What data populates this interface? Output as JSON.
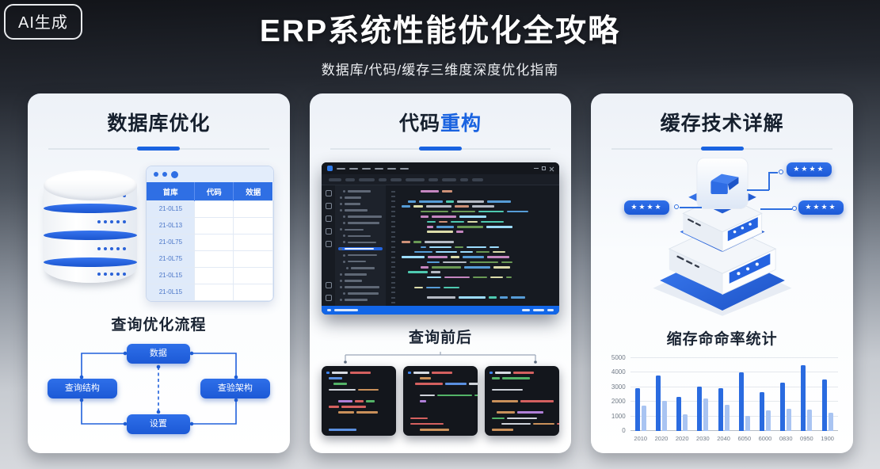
{
  "badge": {
    "label": "AI生成"
  },
  "header": {
    "title": "ERP系统性能优化全攻略",
    "subtitle": "数据库/代码/缓存三维度深度优化指南"
  },
  "colors": {
    "accent": "#1a63e0",
    "accent_dark": "#1c59d6",
    "bar_dark": "#2a6be0",
    "bar_light": "#a9c4f2",
    "status_bar": "#1266e8"
  },
  "cards": {
    "database": {
      "title": "数据库优化",
      "table": {
        "headers": [
          "首库",
          "代码",
          "效据"
        ],
        "rows": [
          "21-0L15",
          "21-0L13",
          "21-0L75",
          "21-0L75",
          "21-0L15",
          "21-0L15"
        ]
      },
      "flow_title": "查询优化流程",
      "flow_nodes": {
        "top": "数据",
        "left": "查询结构",
        "right": "查验架构",
        "bottom": "设置"
      }
    },
    "code": {
      "title_dark": "代码",
      "title_blue": "重构",
      "section_title": "查询前后"
    },
    "cache": {
      "title": "缓存技术详解",
      "badges": [
        "★★★★",
        "★★★★",
        "★★★★"
      ],
      "section_title": "缩存命命率统计"
    }
  },
  "chart_data": {
    "type": "bar",
    "title": "缩存命命率统计",
    "categories": [
      "2010",
      "2020",
      "2020",
      "2030",
      "2040",
      "6050",
      "6000",
      "0830",
      "0950",
      "1900"
    ],
    "series": [
      {
        "name": "dark",
        "color": "#2a6be0",
        "values": [
          2950,
          3800,
          2350,
          3050,
          2950,
          4000,
          2650,
          3300,
          4500,
          3550
        ]
      },
      {
        "name": "light",
        "color": "#a9c4f2",
        "values": [
          1750,
          2050,
          1150,
          2250,
          1800,
          1050,
          1400,
          1500,
          1450,
          1250
        ]
      }
    ],
    "xlabel": "",
    "ylabel": "",
    "ylim": [
      0,
      5000
    ],
    "yticks": [
      0,
      1000,
      2000,
      3000,
      4000,
      5000
    ],
    "grid": true,
    "legend": false
  },
  "decor": {
    "editor_seed": 13,
    "panel_seed": 29,
    "code_palette": [
      "#c586c0",
      "#569cd6",
      "#4ec9b0",
      "#ce9178",
      "#6a9955",
      "#dcdcaa",
      "#9cdcfe",
      "#b5bac4"
    ],
    "panel_palette": [
      "#53b367",
      "#d4605f",
      "#5a8fe0",
      "#b07fd8",
      "#c9905a",
      "#cfd3da"
    ]
  }
}
